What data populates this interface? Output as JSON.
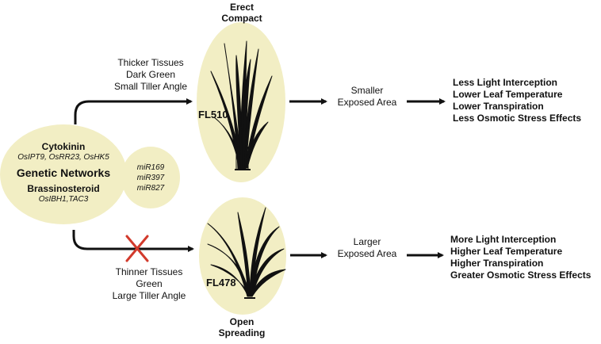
{
  "top_plant": {
    "title_line1": "Erect",
    "title_line2": "Compact",
    "label": "FL510",
    "traits": [
      "Thicker Tissues",
      "Dark Green",
      "Small Tiller Angle"
    ],
    "exposed_area": [
      "Smaller",
      "Exposed Area"
    ],
    "effects": [
      "Less Light Interception",
      "Lower Leaf Temperature",
      "Lower Transpiration",
      "Less Osmotic Stress Effects"
    ]
  },
  "bottom_plant": {
    "title_line1": "Open",
    "title_line2": "Spreading",
    "label": "FL478",
    "traits": [
      "Thinner Tissues",
      "Green",
      "Large Tiller Angle"
    ],
    "exposed_area": [
      "Larger",
      "Exposed Area"
    ],
    "effects": [
      "More Light Interception",
      "Higher Leaf Temperature",
      "Higher Transpiration",
      "Greater Osmotic Stress Effects"
    ]
  },
  "networks": {
    "cytokinin_title": "Cytokinin",
    "cytokinin_genes": "OsIPT9, OsRR23, OsHK5",
    "main_title": "Genetic Networks",
    "brassinosteroid_title": "Brassinosteroid",
    "brassinosteroid_genes": "OsIBH1,TAC3"
  },
  "mirnas": [
    "miR169",
    "miR397",
    "miR827"
  ],
  "colors": {
    "ellipse_fill": "#f2eec4",
    "cross": "#d23a2c",
    "ink": "#111111"
  }
}
